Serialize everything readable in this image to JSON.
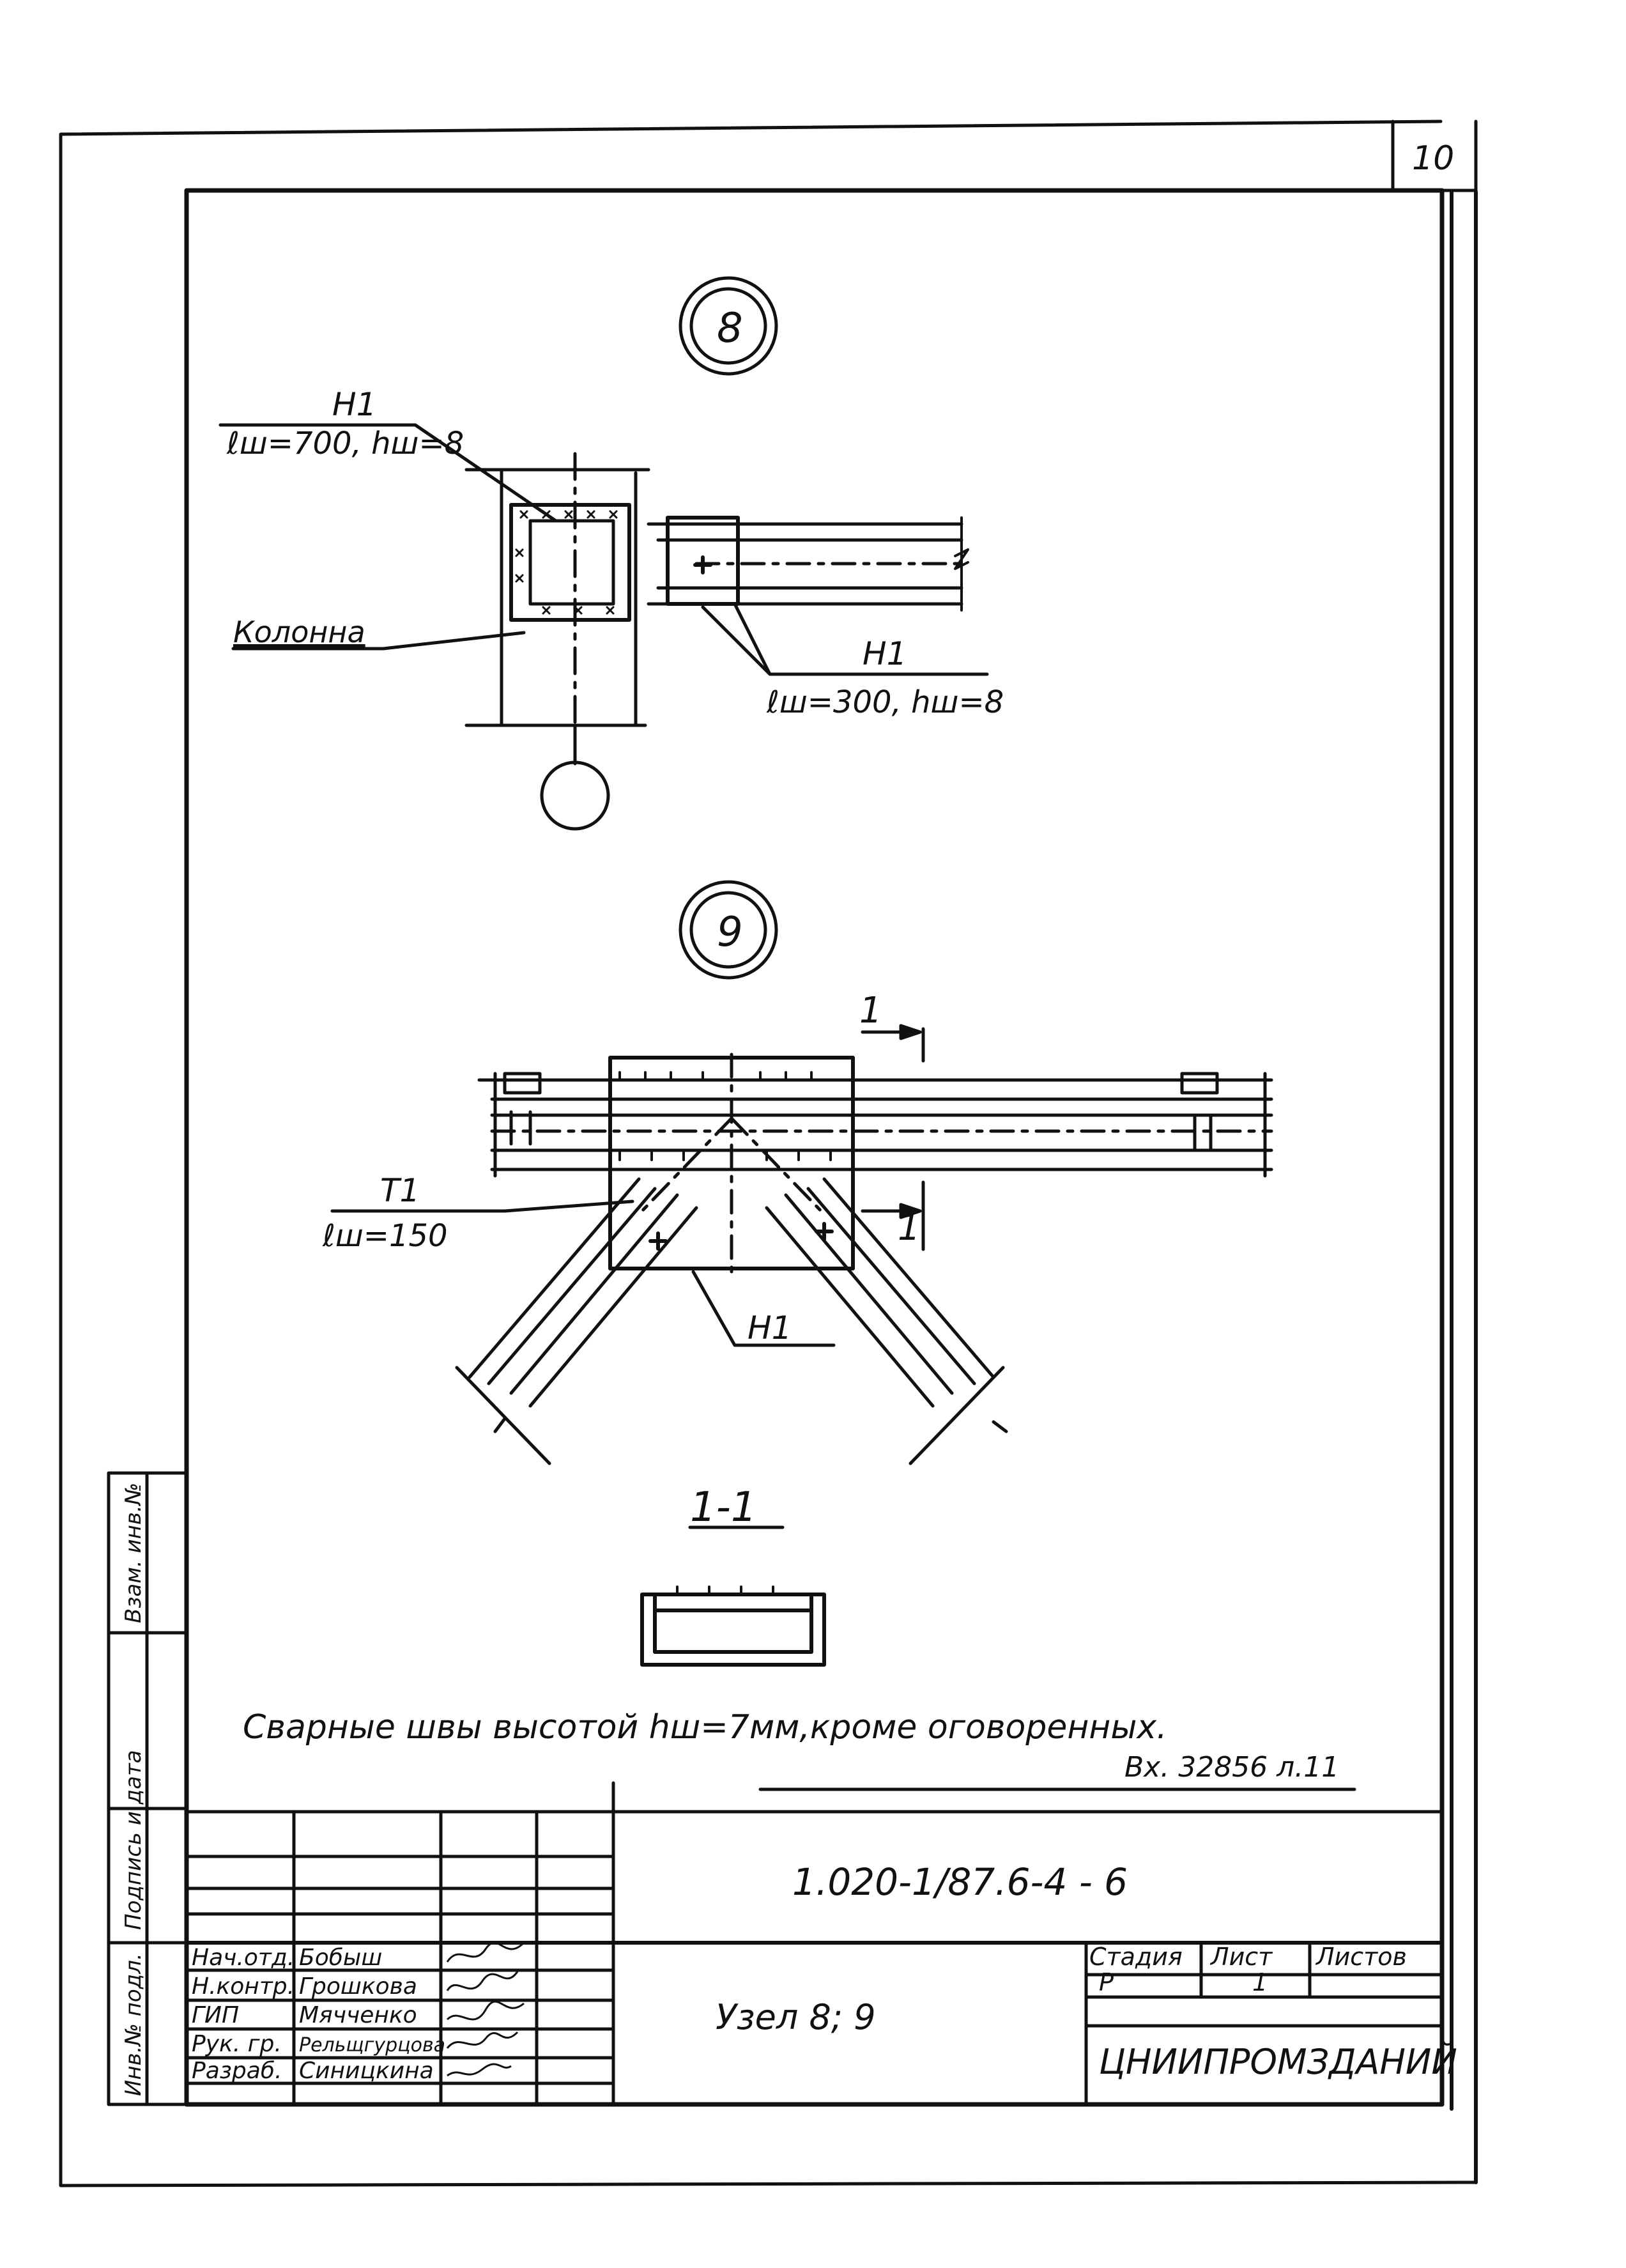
{
  "sheet": {
    "page_number": "10",
    "incoming_ref": "Вх. 32856 л.11",
    "general_note": "Сварные швы высотой hш=7мм,кроме оговоренных."
  },
  "detail_8": {
    "marker": "8",
    "weld_top": {
      "mark": "H1",
      "spec": "ℓш=700, hш=8"
    },
    "weld_right": {
      "mark": "H1",
      "spec": "ℓш=300, hш=8"
    },
    "column_label": "Колонна"
  },
  "detail_9": {
    "marker": "9",
    "section_mark": "1",
    "weld_left": {
      "mark": "T1",
      "spec": "ℓш=150"
    },
    "weld_bottom": {
      "mark": "H1"
    }
  },
  "section_1_1": {
    "label": "1-1"
  },
  "side_stamp": {
    "inv_orig": "Инв.№ подл.",
    "sign_date": "Подпись и дата",
    "replaced_inv": "Взам. инв.№"
  },
  "title_block": {
    "doc_code": "1.020-1/87.6-4 - 6",
    "title": "Узел 8; 9",
    "organization": "ЦНИИПРОМЗДАНИЙ",
    "headers": {
      "stage": "Стадия",
      "sheet": "Лист",
      "sheets": "Листов"
    },
    "values": {
      "stage": "Р",
      "sheet": "1",
      "sheets": ""
    },
    "staff": [
      {
        "role": "Нач.отд.",
        "name": "Бобыш"
      },
      {
        "role": "Н.контр.",
        "name": "Грошкова"
      },
      {
        "role": "ГИП",
        "name": "Мячченко"
      },
      {
        "role": "Рук. гр.",
        "name": "Рельщгурцова"
      },
      {
        "role": "Разраб.",
        "name": "Синицкина"
      }
    ]
  }
}
